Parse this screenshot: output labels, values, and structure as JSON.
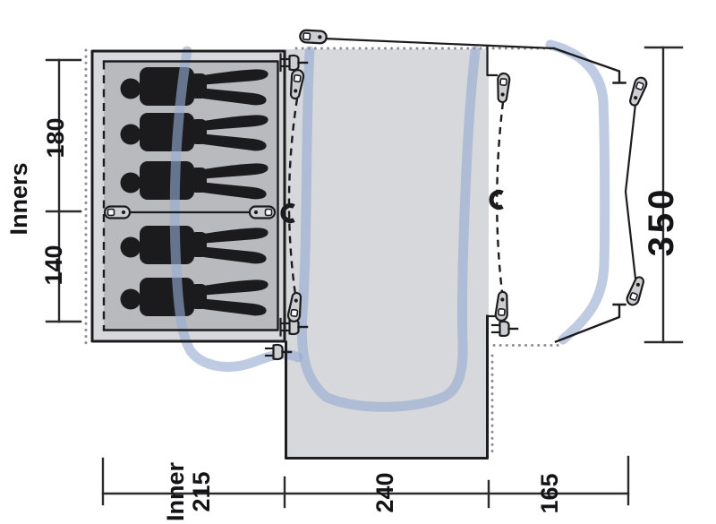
{
  "diagram": {
    "type": "tent-floorplan-top-view",
    "labels": {
      "inners_group": "Inners",
      "inner_width_top": "180",
      "inner_width_bottom": "140",
      "depth_right": "350",
      "bottom_section_word": "Inner",
      "bottom_section_value": "215",
      "bottom_middle_value": "240",
      "bottom_right_value": "165"
    },
    "counts": {
      "sleeping_figures": 5,
      "pegs": 7,
      "power_inlets": 4,
      "magnet_catches": 2,
      "divider_toggles": 2
    },
    "colors": {
      "background": "#ffffff",
      "groundsheet_gray": "#d7d8db",
      "inner_tent_gray": "#b9babe",
      "pole_blue": "#96abd2",
      "line_black": "#1c1c1e",
      "figure_black": "#1b1b1d",
      "peg_fill": "#cdced2",
      "dot_gray": "#8e8e93"
    },
    "icons": [
      "person-silhouette",
      "peg-icon",
      "toggle-icon",
      "plug-icon",
      "magnet-icon"
    ]
  }
}
